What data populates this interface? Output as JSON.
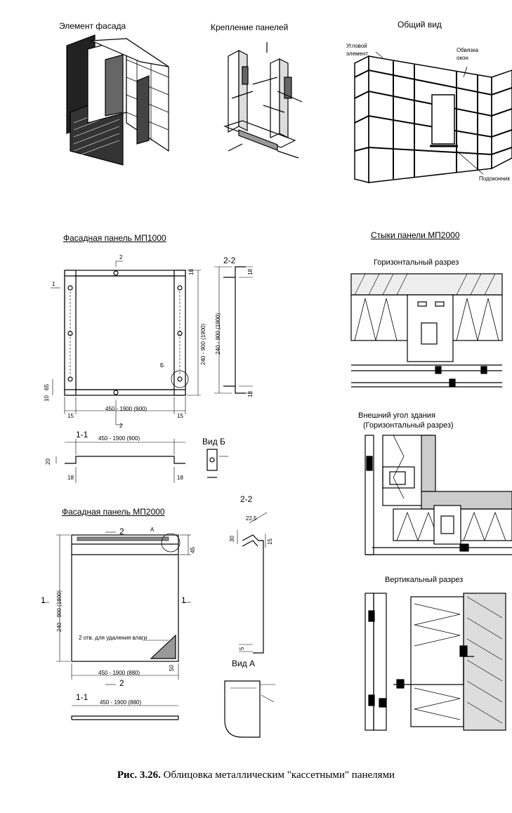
{
  "titles": {
    "facade_element": "Элемент фасада",
    "panel_mount": "Крепление панелей",
    "general_view": "Общий вид",
    "panel_mp1000": "Фасадная панель МП1000",
    "joints_mp2000": "Стыки панели МП2000",
    "panel_mp2000": "Фасадная панель МП2000"
  },
  "general_view_labels": {
    "corner_element": "Угловой элемент",
    "window_frame": "Обвязка окон",
    "sill": "Подоконник"
  },
  "section_labels": {
    "horizontal_section": "Горизонтальный разрез",
    "outer_corner": "Внешний угол здания",
    "outer_corner_sub": "(Горизонтальный разрез)",
    "vertical_section": "Вертикальный разрез",
    "sec22_top": "2-2",
    "sec11_top": "1-1",
    "view_b": "Вид Б",
    "sec22_bottom": "2-2",
    "view_a": "Вид А",
    "sec11_bottom": "1-1"
  },
  "dimensions": {
    "mp1000_width": "450 - 1900 (900)",
    "mp1000_height": "240 - 900 (1900)",
    "mp1000_sec_height": "240 - 900 (1900)",
    "mp1000_sec_width": "450 - 1900 (900)",
    "d15a": "15",
    "d15b": "15",
    "d18a": "18",
    "d18b": "18",
    "d18c": "18",
    "d18d": "18",
    "d20": "20",
    "d10": "10",
    "d65": "65",
    "mp2000_height": "240 - 900 (1800)",
    "mp2000_width": "450 - 1900 (880)",
    "mp2000_sec_width": "450 - 1900 (880)",
    "d45": "45",
    "d50": "50",
    "d30": "30",
    "d5": "5",
    "d15c": "15",
    "d25": "22,5",
    "drain_note": "2 отв. для удаления влаги",
    "mark_b": "Б",
    "mark_a": "А",
    "mark_1": "1",
    "mark_2": "2"
  },
  "caption": {
    "prefix": "Рис. 3.26.",
    "text": "Облицовка металлическим \"кассетными\" панелями"
  }
}
